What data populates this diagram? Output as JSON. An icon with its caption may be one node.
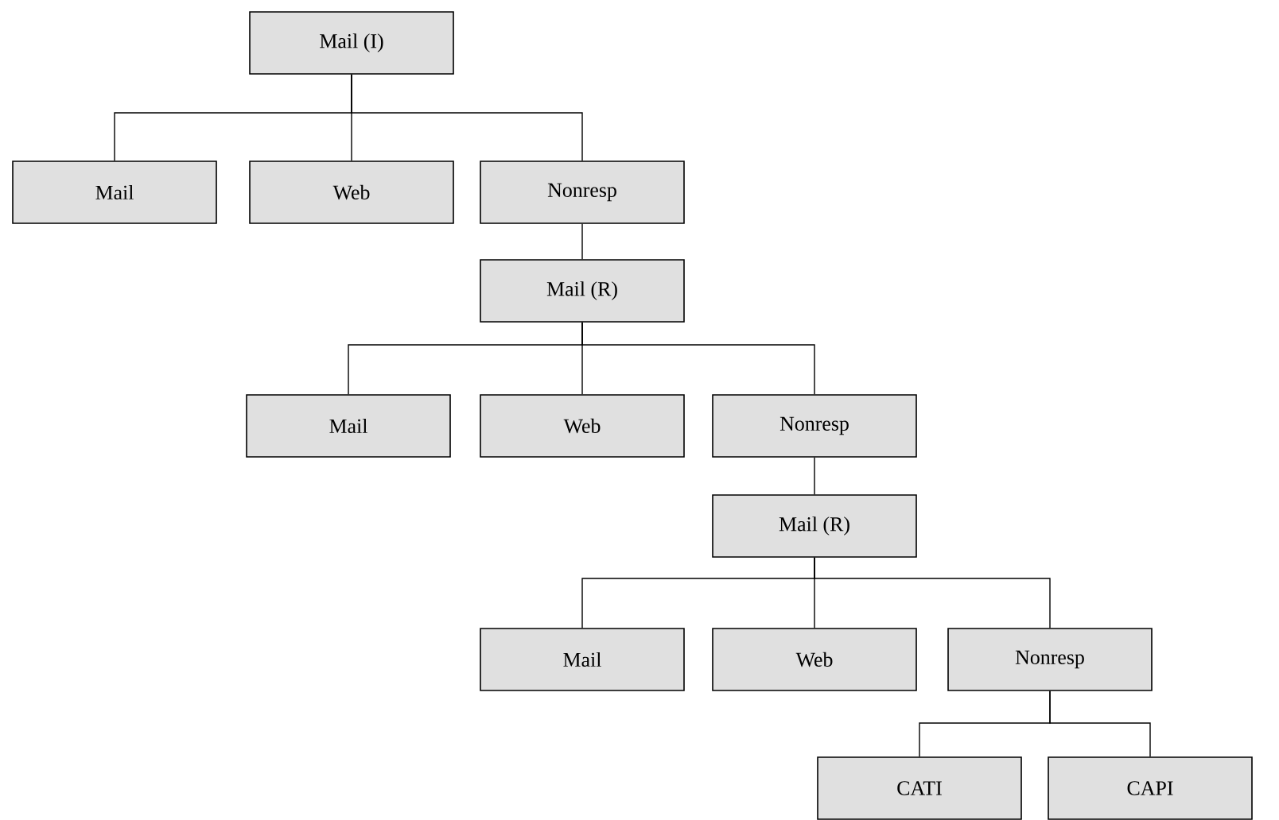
{
  "diagram": {
    "nodes": [
      {
        "text": [
          "Mail (I)"
        ]
      },
      {
        "text": [
          "Mail"
        ]
      },
      {
        "text": [
          "Web"
        ]
      },
      {
        "text": [
          "Nonresp"
        ]
      },
      {
        "text": [
          "Mail (R)"
        ]
      },
      {
        "text": [
          "Mail"
        ]
      },
      {
        "text": [
          "Web"
        ]
      },
      {
        "text": [
          "Nonresp"
        ]
      },
      {
        "text": [
          "Mail (R)"
        ]
      },
      {
        "text": [
          "Mail"
        ]
      },
      {
        "text": [
          "Web"
        ]
      },
      {
        "text": [
          "Nonresp"
        ]
      },
      {
        "text": [
          "CATI"
        ]
      },
      {
        "text": [
          "CAPI"
        ]
      }
    ],
    "edges": [
      {
        "from": 0,
        "to": 1,
        "arrow": "none"
      },
      {
        "from": 0,
        "to": 2,
        "arrow": "none"
      },
      {
        "from": 0,
        "to": 3,
        "arrow": "none"
      },
      {
        "from": 3,
        "to": 4,
        "arrow": "none"
      },
      {
        "from": 4,
        "to": 5,
        "arrow": "none"
      },
      {
        "from": 4,
        "to": 6,
        "arrow": "none"
      },
      {
        "from": 4,
        "to": 7,
        "arrow": "none"
      },
      {
        "from": 7,
        "to": 8,
        "arrow": "none"
      },
      {
        "from": 8,
        "to": 9,
        "arrow": "none"
      },
      {
        "from": 8,
        "to": 10,
        "arrow": "none"
      },
      {
        "from": 8,
        "to": 11,
        "arrow": "none"
      },
      {
        "from": 11,
        "to": 12,
        "arrow": "none"
      },
      {
        "from": 11,
        "to": 13,
        "arrow": "none"
      }
    ]
  }
}
